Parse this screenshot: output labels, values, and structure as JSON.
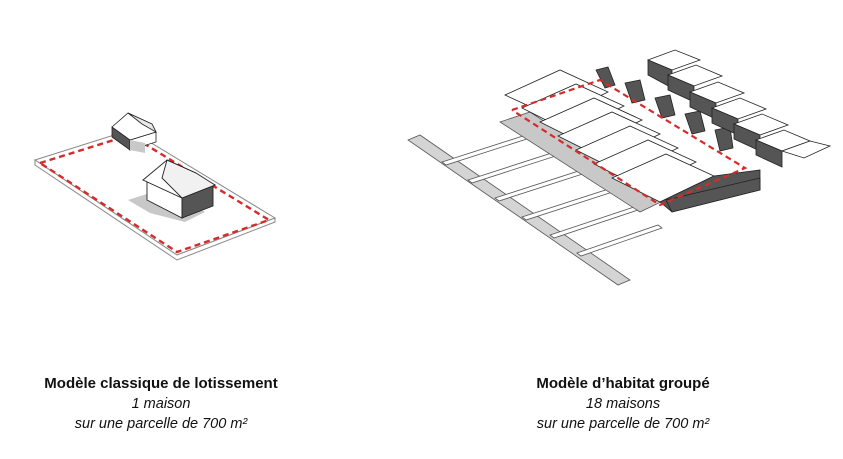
{
  "left": {
    "title": "Modèle classique de lotissement",
    "line1": "1 maison",
    "line2": "sur une parcelle de 700 m²"
  },
  "right": {
    "title": "Modèle d’habitat groupé",
    "line1": "18 maisons",
    "line2": "sur une parcelle de 700 m²"
  },
  "colors": {
    "outline": "#2a2a2a",
    "parcel_dash": "#d62b2b",
    "dark_face": "#555555",
    "shadow": "#c8c8c8",
    "light_face": "#ffffff"
  }
}
